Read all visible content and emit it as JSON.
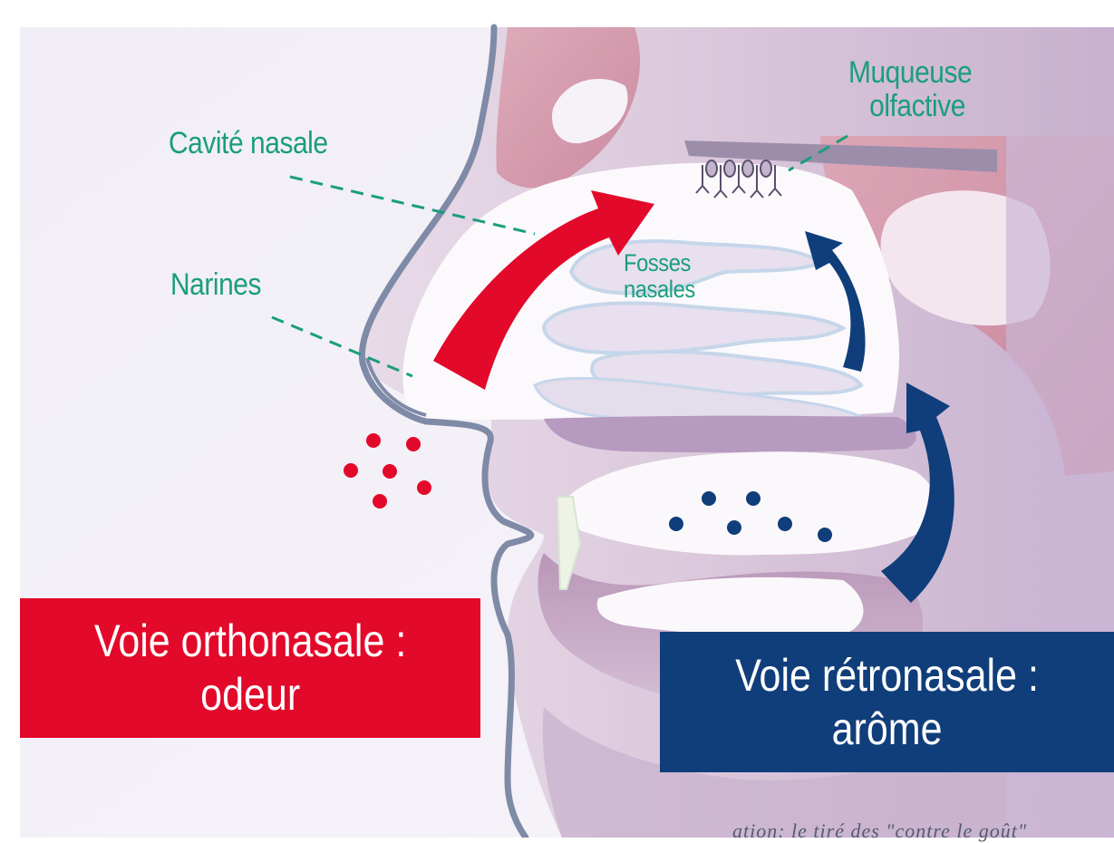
{
  "labels": {
    "cavite_nasale": "Cavité nasale",
    "narines": "Narines",
    "muqueuse_line1": "Muqueuse",
    "muqueuse_line2": "olfactive",
    "fosses_line1": "Fosses",
    "fosses_line2": "nasales"
  },
  "boxes": {
    "orthonasale": {
      "line1": "Voie orthonasale :",
      "line2": "odeur",
      "color": "#e3092a"
    },
    "retronasale": {
      "line1": "Voie rétronasale :",
      "line2": "arôme",
      "color": "#103e7a"
    }
  },
  "credit": "ation: le tiré des \"contre le goût\"",
  "colors": {
    "label_green": "#1a9e7c",
    "odor_red": "#e3092a",
    "aroma_blue": "#103e7a",
    "tissue_mauve": "#cdb9cf",
    "tissue_pink": "#d98a9c"
  },
  "icons": [
    "red-arrow-icon",
    "blue-arrow-icon",
    "odor-particle-icon",
    "aroma-particle-icon"
  ]
}
